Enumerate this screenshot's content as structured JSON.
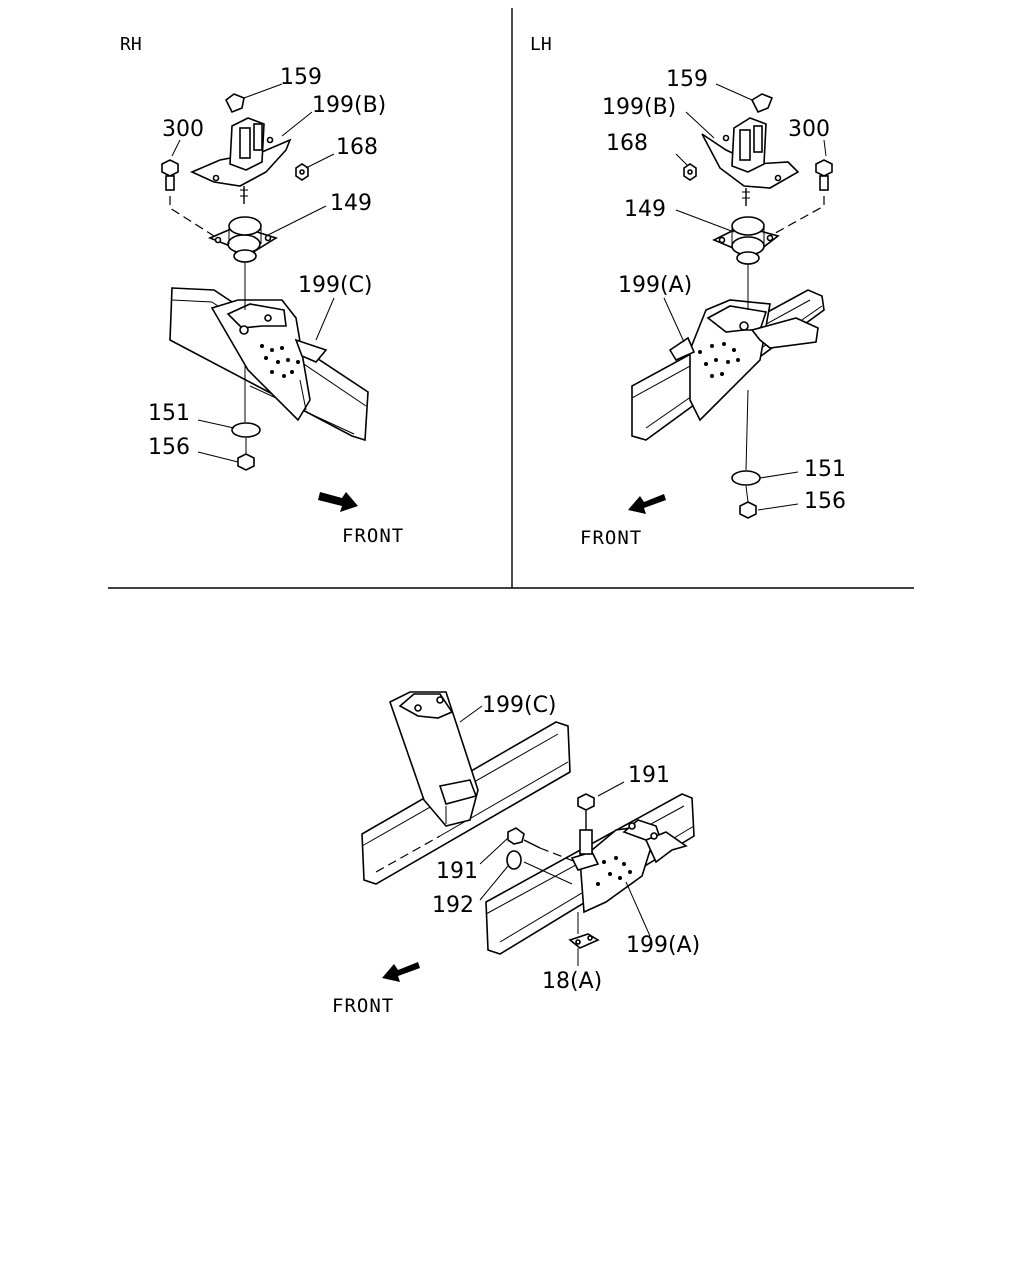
{
  "panels": {
    "rh": {
      "side_label": "RH",
      "callouts": {
        "c159": "159",
        "c199b": "199(B)",
        "c300": "300",
        "c168": "168",
        "c149": "149",
        "c199c": "199(C)",
        "c151": "151",
        "c156": "156"
      },
      "front_label": "FRONT"
    },
    "lh": {
      "side_label": "LH",
      "callouts": {
        "c159": "159",
        "c199b": "199(B)",
        "c168": "168",
        "c300": "300",
        "c149": "149",
        "c199a": "199(A)",
        "c151": "151",
        "c156": "156"
      },
      "front_label": "FRONT"
    },
    "bottom": {
      "callouts": {
        "c199c": "199(C)",
        "c191_top": "191",
        "c191": "191",
        "c192": "192",
        "c199a": "199(A)",
        "c18a": "18(A)"
      },
      "front_label": "FRONT"
    }
  }
}
